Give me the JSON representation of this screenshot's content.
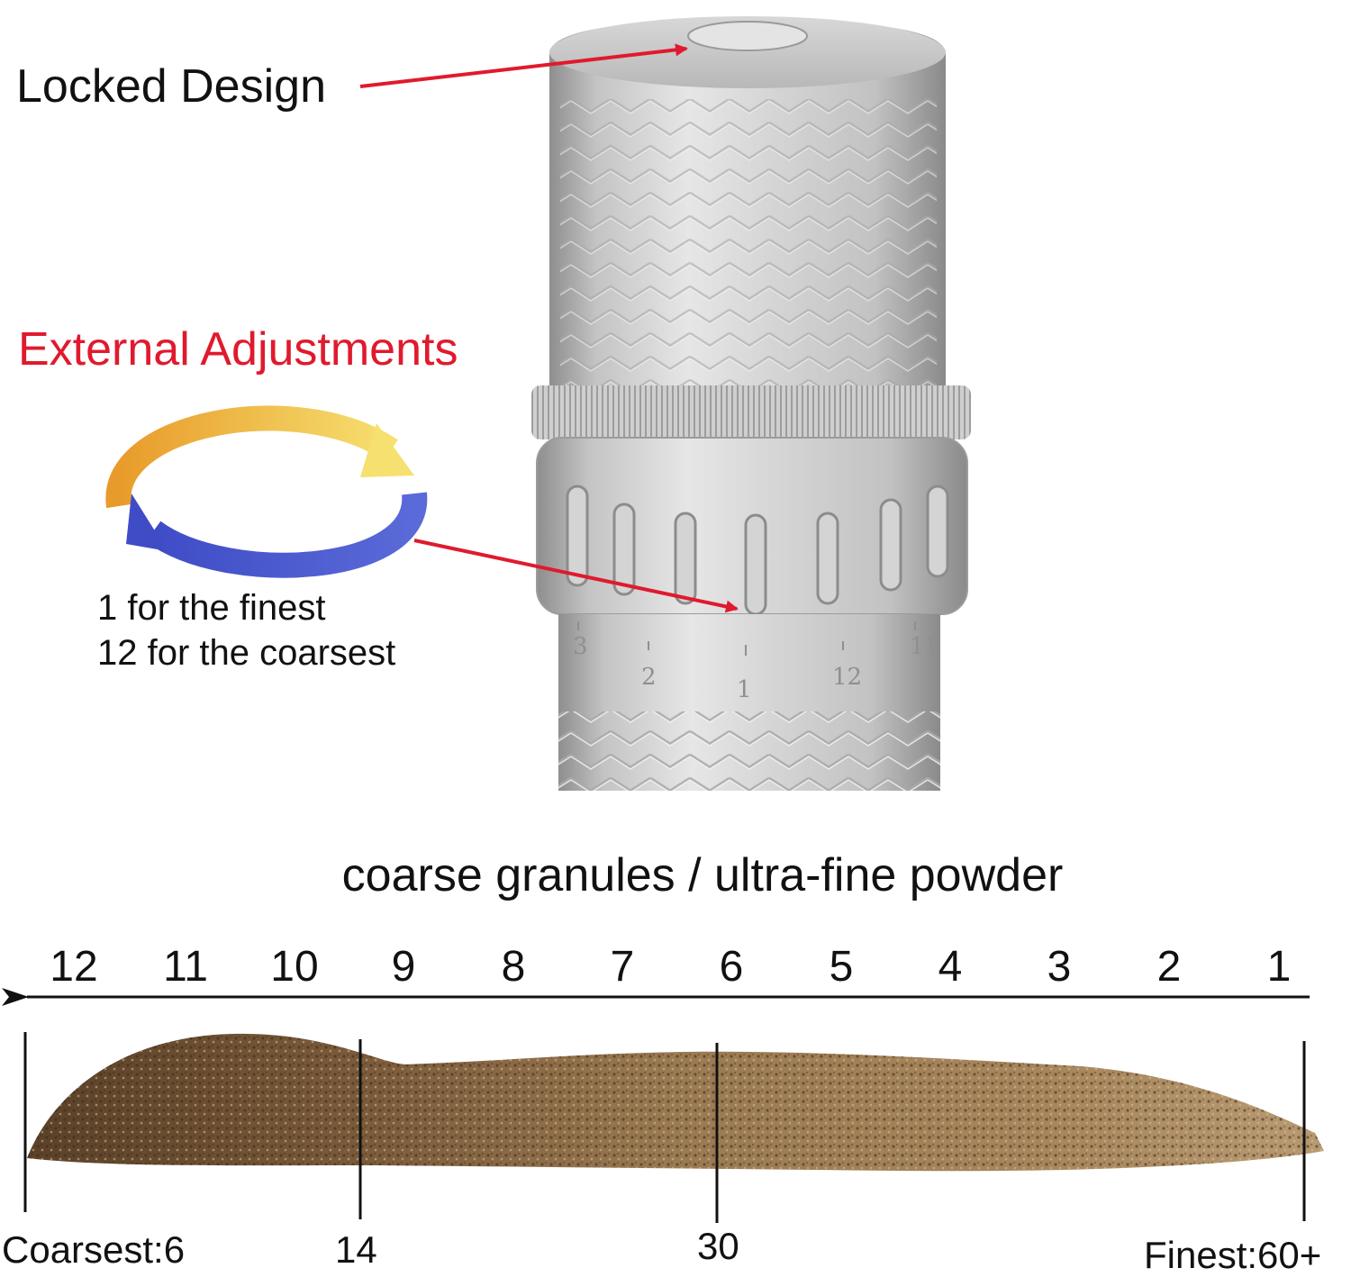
{
  "callouts": {
    "locked": "Locked Design",
    "external": "External Adjustments",
    "finest_line": "1 for the finest",
    "coarsest_line": "12 for the coarsest"
  },
  "dial_marks": [
    "3",
    "2",
    "1",
    "12",
    "11"
  ],
  "scale": {
    "title": "coarse granules / ultra-fine powder",
    "settings": [
      "12",
      "11",
      "10",
      "9",
      "8",
      "7",
      "6",
      "5",
      "4",
      "3",
      "2",
      "1"
    ],
    "mesh_labels": {
      "coarsest": "Coarsest:6",
      "m14": "14",
      "m30": "30",
      "finest": "Finest:60+"
    }
  },
  "colors": {
    "red_accent": "#e01a2e",
    "arrow_yellow": "#f2b53a",
    "arrow_blue": "#4a55c8",
    "metal": "#c9c9c9",
    "coffee": "#8a6a45"
  }
}
